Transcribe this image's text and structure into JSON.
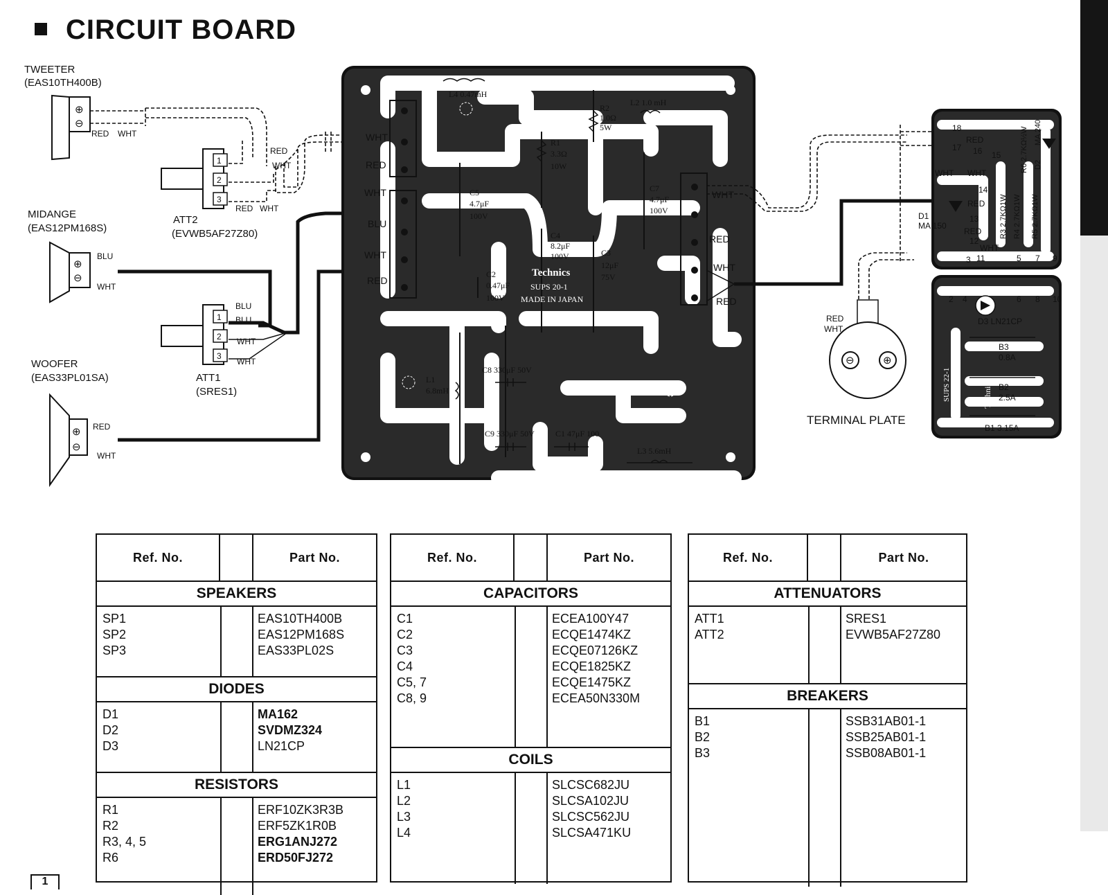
{
  "title": "CIRCUIT BOARD",
  "diagram": {
    "tweeter": {
      "name": "TWEETER",
      "part": "(EAS10TH400B)",
      "wire1": "RED",
      "wire2": "WHT"
    },
    "midange": {
      "name": "MIDANGE",
      "part": "(EAS12PM168S)",
      "wire1": "BLU",
      "wire2": "WHT"
    },
    "woofer": {
      "name": "WOOFER",
      "part": "(EAS33PL01SA)",
      "wire1": "RED",
      "wire2": "WHT"
    },
    "att2": {
      "name": "ATT2",
      "part": "(EVWB5AF27Z80)",
      "wires": [
        "RED",
        "WHT",
        "RED",
        "WHT"
      ]
    },
    "att1": {
      "name": "ATT1",
      "part": "(SRES1)",
      "wires": [
        "BLU",
        "BLU",
        "WHT",
        "WHT"
      ]
    },
    "terminal_plate": "TERMINAL PLATE",
    "terminal_wires": [
      "RED",
      "WHT"
    ],
    "board_left_wires": [
      "WHT",
      "RED",
      "WHT",
      "BLU",
      "WHT",
      "RED"
    ],
    "board_right_wires": [
      "WHT",
      "RED",
      "WHT",
      "RED"
    ],
    "components": {
      "l4": "L4 0.47mH",
      "r2": "R2",
      "r2_val": "1.0Ω",
      "r2_w": "5W",
      "l2": "L2 1.0 mH",
      "r1": "R1",
      "r1_val": "3.3Ω",
      "r1_w": "10W",
      "c5": "C5",
      "c5_val": "4.7μF",
      "c5_v": "100V",
      "c7": "C7",
      "c7_val": "4.7μF",
      "c7_v": "100V",
      "c4": "C4",
      "c4_val": "8.2μF",
      "c4_v": "100V",
      "c3": "C3",
      "c3_val": "12μF",
      "c3_v": "75V",
      "c2": "C2",
      "c2_val": "0.47μF",
      "c2_v": "100V",
      "brand": "Technics",
      "board_id": "SUPS 20-1",
      "made_in": "MADE IN JAPAN",
      "l1": "L1",
      "l1_val": "6.8mH",
      "c8": "C8 330μF 50V",
      "c9": "C9 330μF 50V",
      "c1": "C1 47μF 100",
      "l3": "L3 5.6mH"
    },
    "small_board": {
      "pins": [
        "18",
        "17",
        "16",
        "15",
        "14",
        "13",
        "12",
        "11",
        "5",
        "7",
        "9",
        "2",
        "4",
        "6",
        "8",
        "10",
        "3"
      ],
      "wires": [
        "RED",
        "WHT",
        "WHT",
        "RED",
        "RED",
        "WHT"
      ],
      "r6": "R6 2.7KΩ½W",
      "d2": "D2",
      "ma": "MA 240",
      "d1": "D1",
      "d1_val": "MA 150",
      "r3": "R3 2.7KΩ1W",
      "r4": "R4 2.7KΩ1W",
      "r5": "R5 2.7KΩ1W",
      "d3": "D3 LN21CP",
      "b3": "B3",
      "b3_val": "0.8A",
      "b2": "B2",
      "b2_val": "2.5A",
      "b1": "B1 3.15A",
      "board_id": "SUPS 22-1",
      "brand": "Technics"
    }
  },
  "tables": {
    "header_ref": "Ref. No.",
    "header_part": "Part No.",
    "t1": {
      "speakers": {
        "title": "SPEAKERS",
        "refs": [
          "SP1",
          "SP2",
          "SP3"
        ],
        "parts": [
          "EAS10TH400B",
          "EAS12PM168S",
          "EAS33PL02S"
        ]
      },
      "diodes": {
        "title": "DIODES",
        "refs": [
          "D1",
          "D2",
          "D3"
        ],
        "parts": [
          "MA162",
          "SVDMZ324",
          "LN21CP"
        ]
      },
      "resistors": {
        "title": "RESISTORS",
        "refs": [
          "R1",
          "R2",
          "R3, 4, 5",
          "R6"
        ],
        "parts": [
          "ERF10ZK3R3B",
          "ERF5ZK1R0B",
          "ERG1ANJ272",
          "ERD50FJ272"
        ]
      }
    },
    "t2": {
      "capacitors": {
        "title": "CAPACITORS",
        "refs": [
          "C1",
          "C2",
          "C3",
          "C4",
          "C5, 7",
          "C8, 9"
        ],
        "parts": [
          "ECEA100Y47",
          "ECQE1474KZ",
          "ECQE07126KZ",
          "ECQE1825KZ",
          "ECQE1475KZ",
          "ECEA50N330M"
        ]
      },
      "coils": {
        "title": "COILS",
        "refs": [
          "L1",
          "L2",
          "L3",
          "L4"
        ],
        "parts": [
          "SLCSC682JU",
          "SLCSA102JU",
          "SLCSC562JU",
          "SLCSA471KU"
        ]
      }
    },
    "t3": {
      "attenuators": {
        "title": "ATTENUATORS",
        "refs": [
          "ATT1",
          "ATT2"
        ],
        "parts": [
          "SRES1",
          "EVWB5AF27Z80"
        ]
      },
      "breakers": {
        "title": "BREAKERS",
        "refs": [
          "B1",
          "B2",
          "B3"
        ],
        "parts": [
          "SSB31AB01-1",
          "SSB25AB01-1",
          "SSB08AB01-1"
        ]
      }
    }
  },
  "page_number": "1"
}
